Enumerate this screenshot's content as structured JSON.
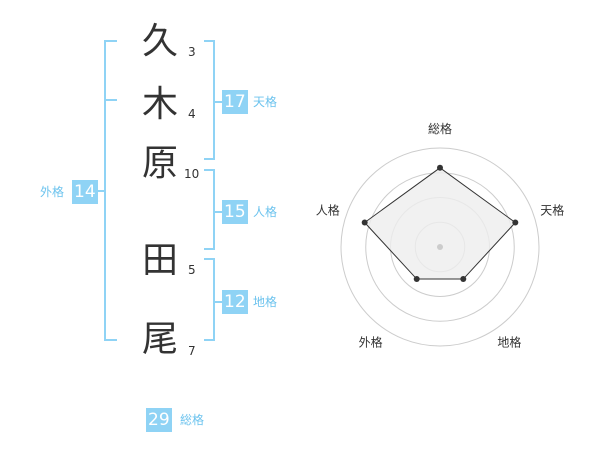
{
  "name": {
    "characters": [
      {
        "char": "久",
        "strokes": "3"
      },
      {
        "char": "木",
        "strokes": "4"
      },
      {
        "char": "原",
        "strokes": "10"
      },
      {
        "char": "田",
        "strokes": "5"
      },
      {
        "char": "尾",
        "strokes": "7"
      }
    ]
  },
  "fortune": {
    "tenkaku": {
      "value": "17",
      "label": "天格"
    },
    "jinkaku": {
      "value": "15",
      "label": "人格"
    },
    "chikaku": {
      "value": "12",
      "label": "地格"
    },
    "gaikaku": {
      "value": "14",
      "label": "外格"
    },
    "soukaku": {
      "value": "29",
      "label": "総格"
    }
  },
  "radar": {
    "axes": [
      "総格",
      "天格",
      "地格",
      "外格",
      "人格"
    ],
    "levels": 4,
    "values": [
      4,
      4,
      2,
      2,
      4
    ],
    "max": 5
  },
  "colors": {
    "accent": "#8fd3f5",
    "accent_text": "#6cc3ee",
    "text": "#333333",
    "grid": "#cccccc",
    "fill": "#eeeeee"
  }
}
